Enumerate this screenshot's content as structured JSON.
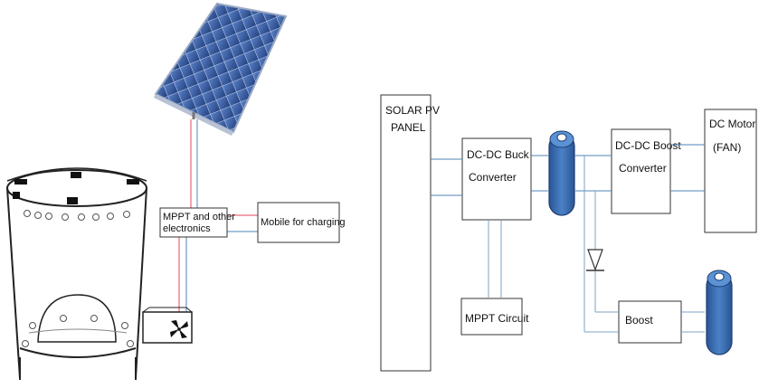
{
  "left_diagram": {
    "mppt_box": {
      "line1": "MPPT and other",
      "line2": "electronics"
    },
    "mobile_box": "Mobile for charging"
  },
  "right_diagram": {
    "solar_panel": {
      "line1": "SOLAR PV",
      "line2": "PANEL"
    },
    "buck_converter": {
      "line1": "DC-DC Buck",
      "line2": "Converter"
    },
    "boost_converter": {
      "line1": "DC-DC Boost",
      "line2": "Converter"
    },
    "dc_motor": {
      "line1": "DC Motor",
      "line2": "(FAN)"
    },
    "mppt_circuit": "MPPT Circuit",
    "boost": "Boost"
  },
  "colors": {
    "wire_blue": "#4f86b8",
    "wire_red": "#e0475a",
    "battery_fill": "#3b6fb0",
    "panel_blue": "#3a5fa8"
  }
}
